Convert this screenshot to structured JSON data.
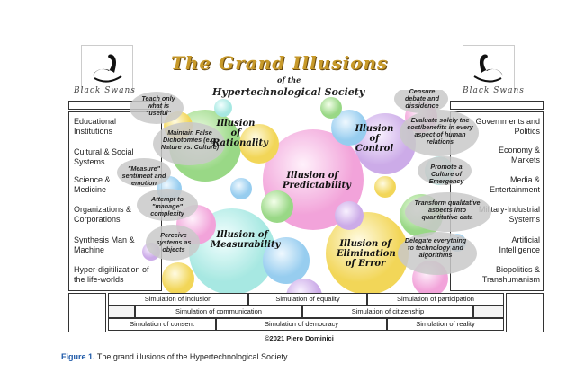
{
  "header": {
    "title": "The Grand Illusions",
    "of_the": "of the",
    "subtitle": "Hypertechnological Society",
    "swan_left": "Black Swans",
    "swan_right": "Black Swans"
  },
  "left_domains": [
    "Educational Institutions",
    "Cultural & Social Systems",
    "Science & Medicine",
    "Organizations & Corporations",
    "Synthesis Man & Machine",
    "Hyper-digitilization of the life-worlds"
  ],
  "right_domains": [
    "Governments and Politics",
    "Economy & Markets",
    "Media & Entertainment",
    "Military-Industrial Systems",
    "Artificial Intelligence",
    "Biopolitics & Transhumanism"
  ],
  "left_notes": [
    "Teach only what is \"useful\"",
    "Maintain False Dichotomies (e.g. Nature vs. Culture)",
    "\"Measure\" sentiment and emotion",
    "Attempt to \"manage\" complexity",
    "Perceive systems as objects"
  ],
  "right_notes": [
    "Censure debate and dissidence",
    "Evaluate solely the cost/benefits in every aspect of human relations",
    "Promote a Culture of Emergency",
    "Transform qualitative aspects into quantitative data",
    "Delegate everything to technology and algorithms"
  ],
  "illusions": {
    "rationality": "Illusion of Rationality",
    "control": "Illusion of Control",
    "predictability": "Illusion of Predictability",
    "measurability": "Illusion of Measurability",
    "elimination": "Illusion of Elimination of Error"
  },
  "simulations": {
    "row1": [
      "Simulation of inclusion",
      "Simulation of equality",
      "Simulation of participation"
    ],
    "row2": [
      "Simulation of communication",
      "Simulation of citizenship"
    ],
    "row3": [
      "Simulation of consent",
      "Simulation of democracy",
      "Simulation of reality"
    ]
  },
  "copyright": "©2021 Piero Dominici",
  "caption": {
    "label": "Figure 1.",
    "text": "The grand illusions of the Hypertechnological Society."
  }
}
